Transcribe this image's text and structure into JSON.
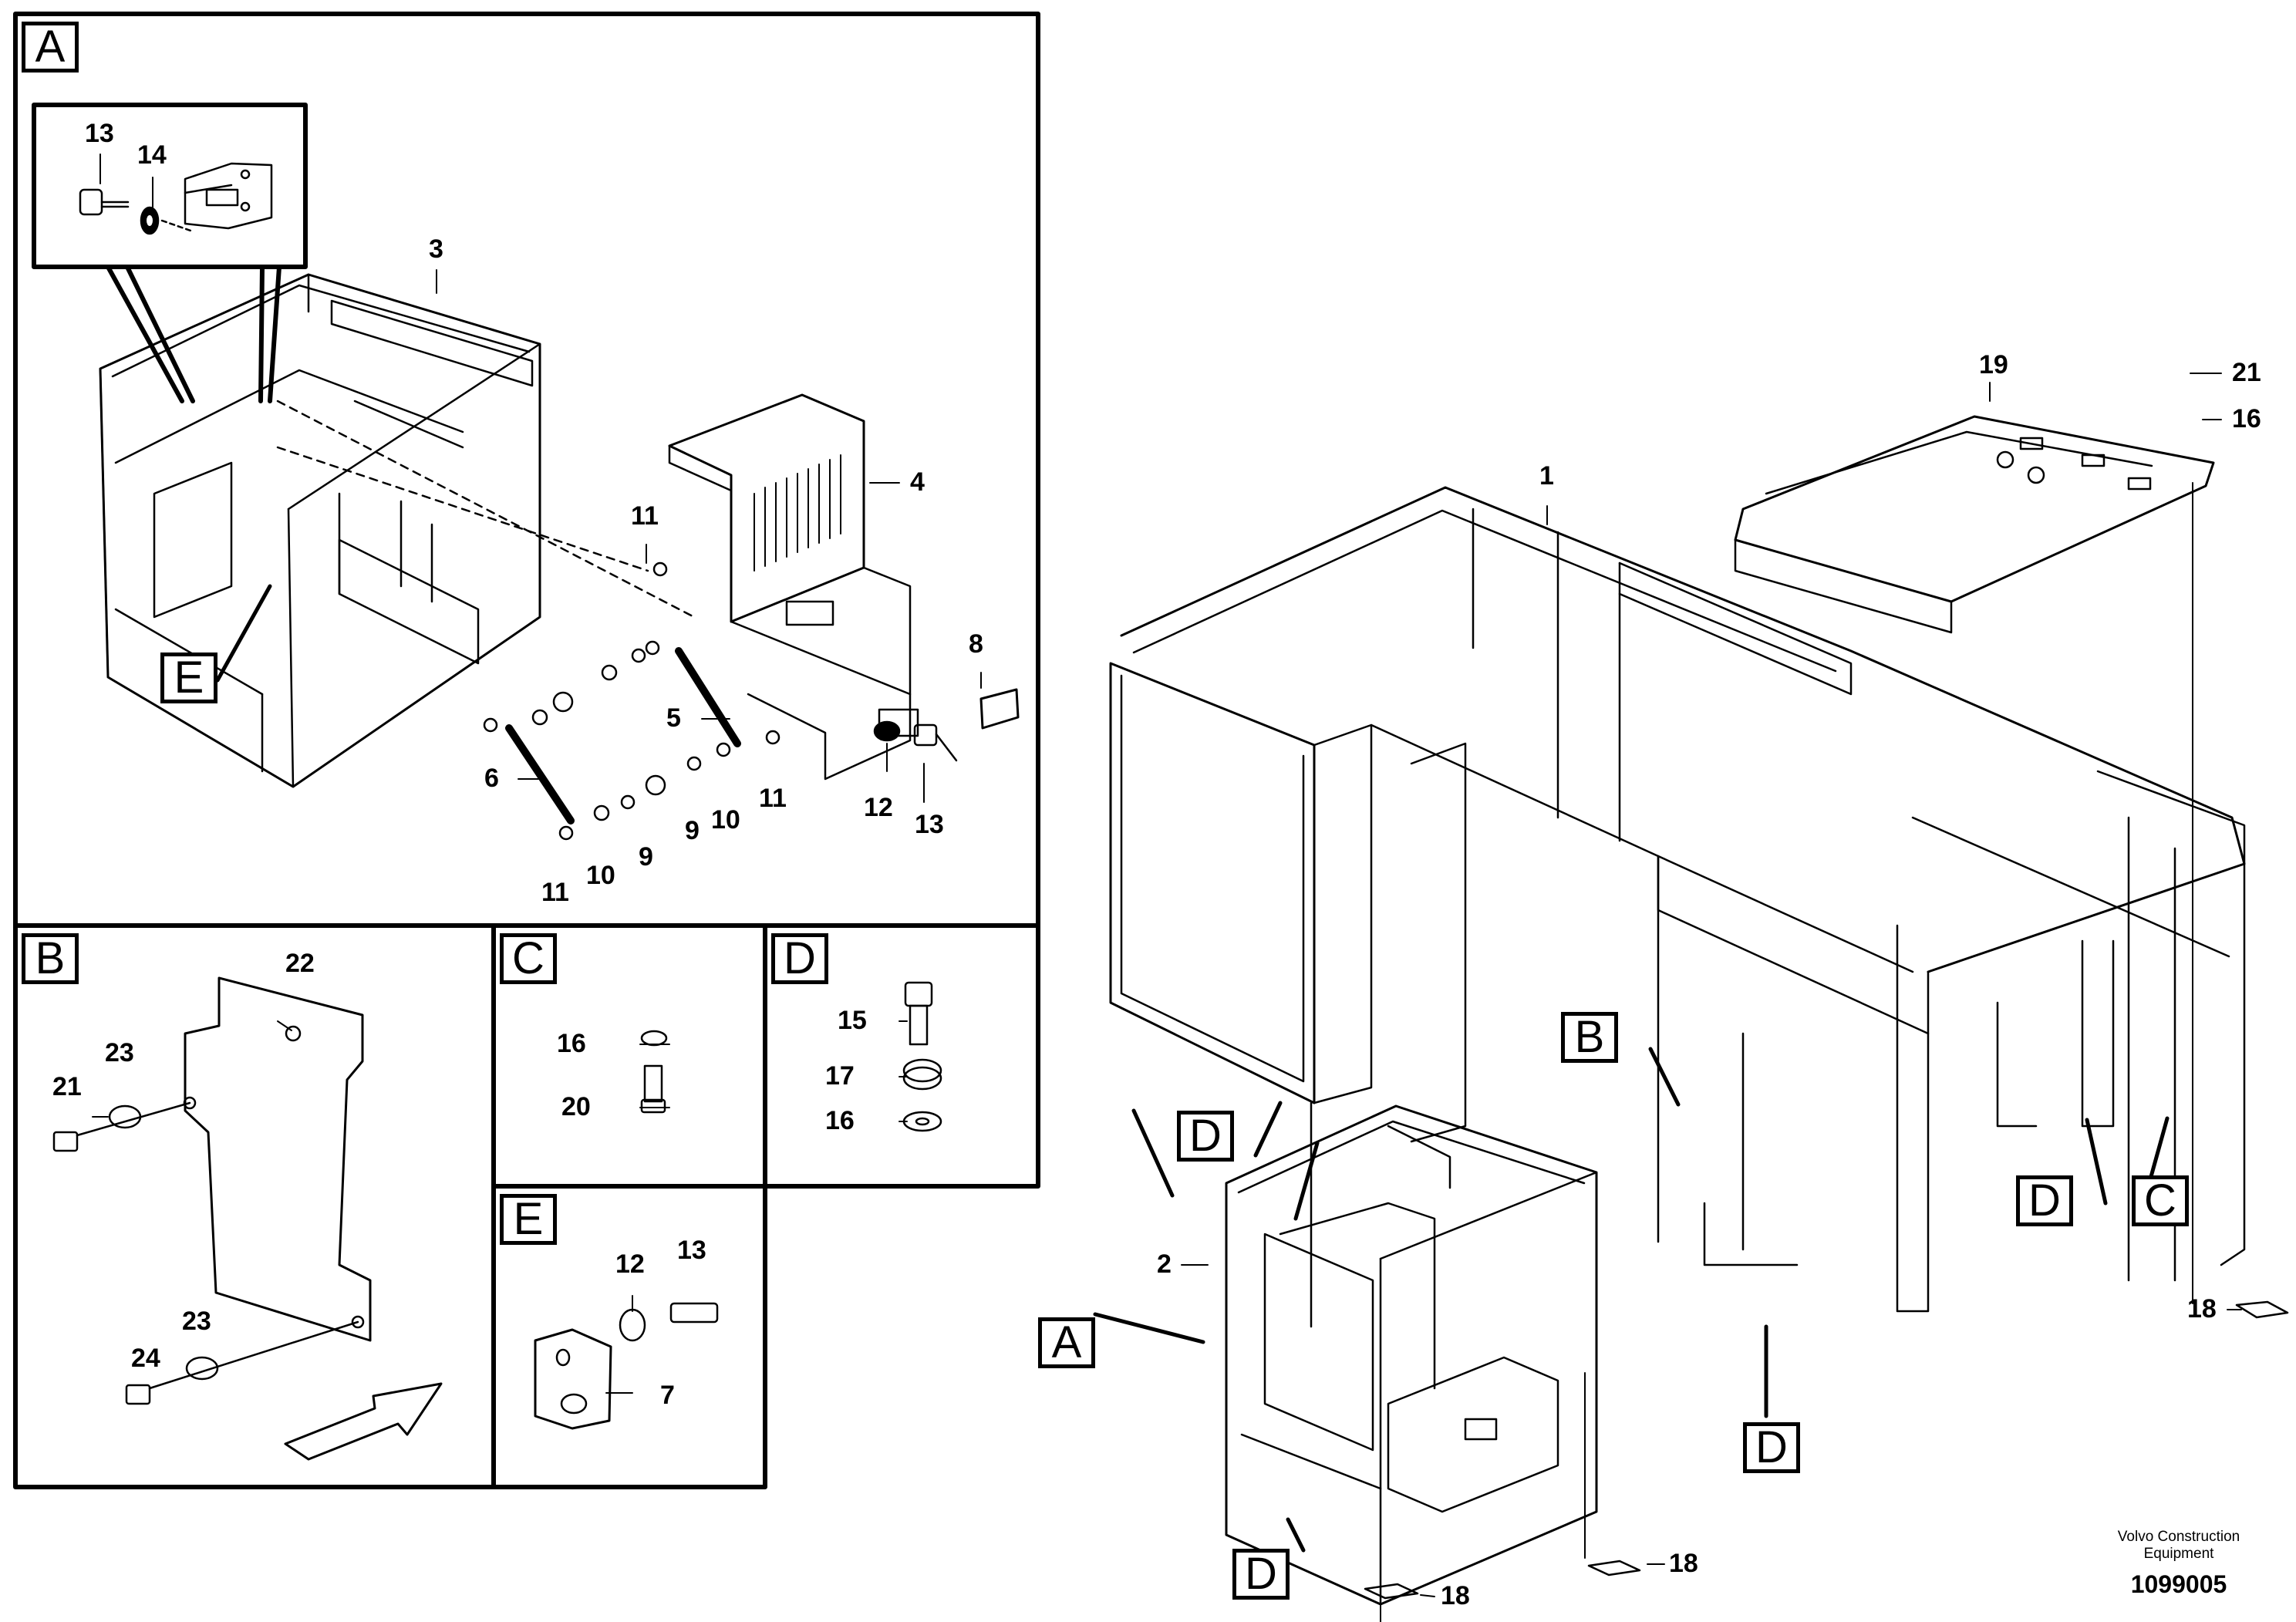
{
  "panels": {
    "A": "A",
    "B": "B",
    "C": "C",
    "D": "D",
    "E": "E"
  },
  "markers": {
    "E_in_A": "E",
    "A_main": "A",
    "B_main": "B",
    "C_main": "C",
    "D_main_left": "D",
    "D_main_mid": "D",
    "D_main_right": "D",
    "D_main_bottom": "D"
  },
  "callouts": {
    "a13": "13",
    "a14": "14",
    "a3": "3",
    "a4": "4",
    "a11_top": "11",
    "a8": "8",
    "a5": "5",
    "a6": "6",
    "a12": "12",
    "a13_b": "13",
    "a9_r": "9",
    "a10_r": "10",
    "a11_r": "11",
    "a11_l": "11",
    "a10_l": "10",
    "a9_l": "9",
    "b22": "22",
    "b23_t": "23",
    "b21": "21",
    "b23_b": "23",
    "b24": "24",
    "c16": "16",
    "c20": "20",
    "d15": "15",
    "d17": "17",
    "d16": "16",
    "e12": "12",
    "e13": "13",
    "e7": "7",
    "m19": "19",
    "m21": "21",
    "m16": "16",
    "m1": "1",
    "m2": "2",
    "m18_r": "18",
    "m18_mid": "18",
    "m18_b": "18"
  },
  "footer": {
    "brand_line1": "Volvo Construction",
    "brand_line2": "Equipment",
    "doc_number": "1099005"
  }
}
